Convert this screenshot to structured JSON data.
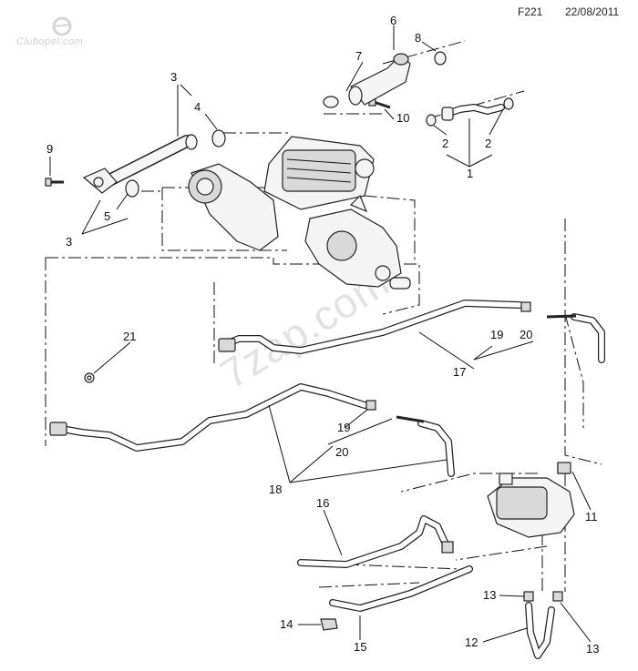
{
  "header": {
    "code": "F221",
    "date": "22/08/2011"
  },
  "logo": {
    "text": "Clubopel.com"
  },
  "watermark": {
    "text": "7zap.com"
  },
  "callouts": [
    "1",
    "2",
    "2",
    "3",
    "3",
    "4",
    "5",
    "6",
    "7",
    "8",
    "9",
    "10",
    "11",
    "12",
    "13",
    "13",
    "14",
    "15",
    "16",
    "17",
    "18",
    "19",
    "19",
    "20",
    "20",
    "21"
  ]
}
